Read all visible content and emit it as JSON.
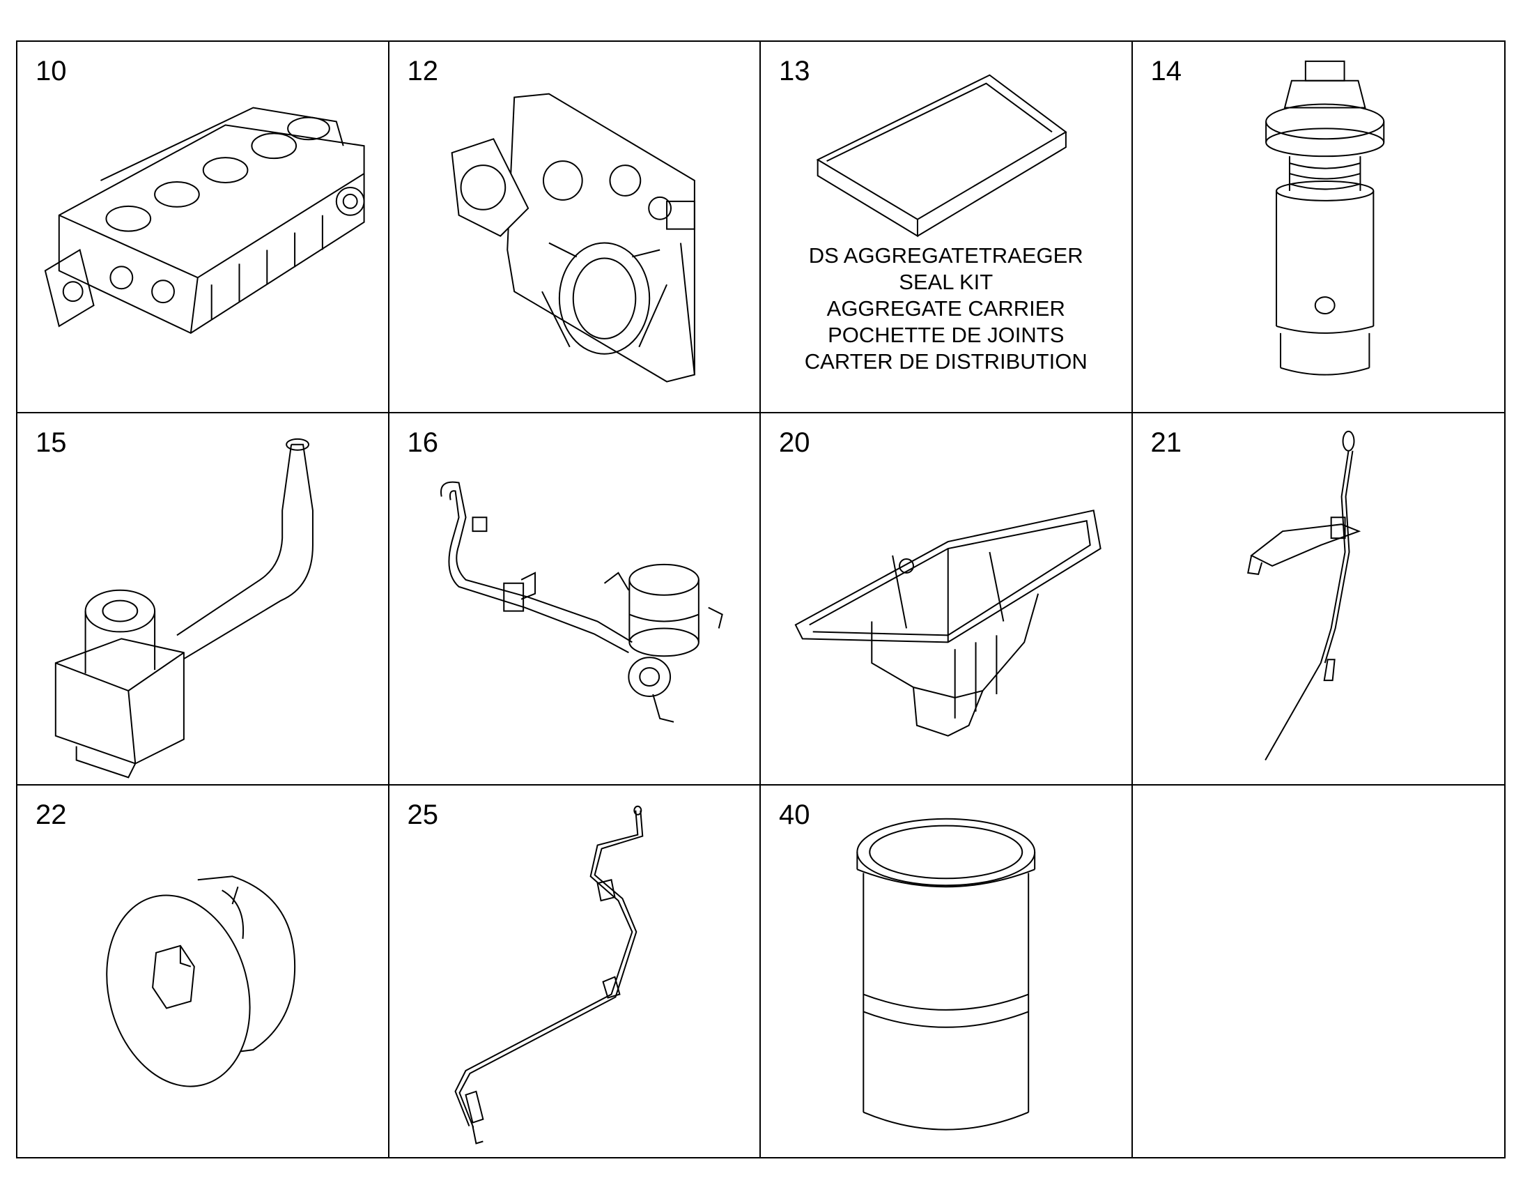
{
  "parts": [
    {
      "number": "10",
      "icon": "engine-block-icon"
    },
    {
      "number": "12",
      "icon": "timing-case-icon"
    },
    {
      "number": "13",
      "icon": "seal-kit-box-icon",
      "kit_lines": [
        "DS AGGREGATETRAEGER",
        "SEAL KIT",
        "AGGREGATE CARRIER",
        "POCHETTE DE JOINTS",
        "CARTER DE DISTRIBUTION"
      ]
    },
    {
      "number": "14",
      "icon": "oil-pressure-valve-icon"
    },
    {
      "number": "15",
      "icon": "oil-pipe-icon"
    },
    {
      "number": "16",
      "icon": "breather-hose-icon"
    },
    {
      "number": "20",
      "icon": "oil-pan-icon"
    },
    {
      "number": "21",
      "icon": "dipstick-icon"
    },
    {
      "number": "22",
      "icon": "screw-plug-icon"
    },
    {
      "number": "25",
      "icon": "sensor-line-icon"
    },
    {
      "number": "40",
      "icon": "cylinder-liner-icon"
    }
  ]
}
